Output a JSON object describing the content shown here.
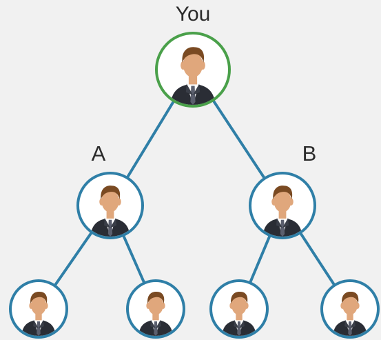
{
  "labels": {
    "top": "You",
    "left": "A",
    "right": "B"
  },
  "colors": {
    "background": "#f1f1f1",
    "root_ring": "#4aa04a",
    "child_ring": "#2f7fa7",
    "link": "#2f7fa7",
    "skin": "#e0a77c",
    "hair": "#7a4a22",
    "suit": "#2a2d35",
    "shirt": "#ffffff",
    "tie": "#5b5f6e"
  },
  "nodes": [
    {
      "id": "you",
      "icon": "person-avatar-icon",
      "ring": "root"
    },
    {
      "id": "a",
      "icon": "person-avatar-icon",
      "ring": "child"
    },
    {
      "id": "b",
      "icon": "person-avatar-icon",
      "ring": "child"
    },
    {
      "id": "a1",
      "icon": "person-avatar-icon",
      "ring": "child"
    },
    {
      "id": "a2",
      "icon": "person-avatar-icon",
      "ring": "child"
    },
    {
      "id": "b1",
      "icon": "person-avatar-icon",
      "ring": "child"
    },
    {
      "id": "b2",
      "icon": "person-avatar-icon",
      "ring": "child"
    }
  ],
  "edges": [
    [
      "you",
      "a"
    ],
    [
      "you",
      "b"
    ],
    [
      "a",
      "a1"
    ],
    [
      "a",
      "a2"
    ],
    [
      "b",
      "b1"
    ],
    [
      "b",
      "b2"
    ]
  ]
}
